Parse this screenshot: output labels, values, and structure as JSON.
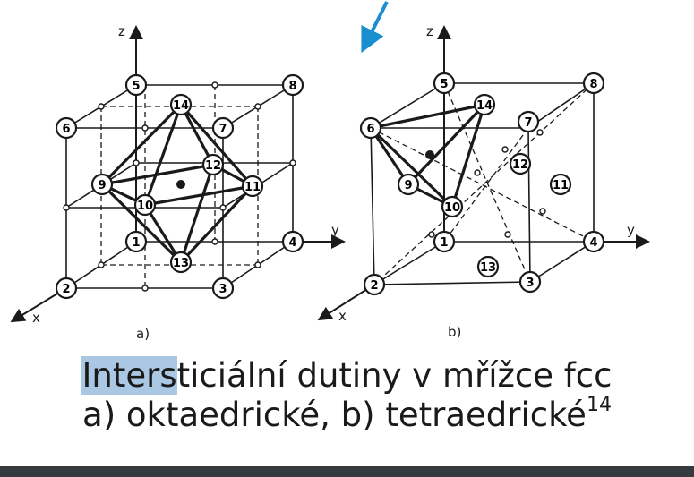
{
  "figure": {
    "panel_a": {
      "label": "a)",
      "axes": {
        "z": "z",
        "x": "x",
        "y": "y"
      },
      "nodes": [
        "1",
        "2",
        "3",
        "4",
        "5",
        "6",
        "7",
        "8",
        "9",
        "10",
        "11",
        "12",
        "13",
        "14"
      ]
    },
    "panel_b": {
      "label": "b)",
      "axes": {
        "z": "z",
        "x": "x",
        "y": "y"
      },
      "nodes": [
        "1",
        "2",
        "3",
        "4",
        "5",
        "6",
        "7",
        "8",
        "9",
        "10",
        "11",
        "12",
        "13",
        "14"
      ]
    }
  },
  "caption": {
    "line1_highlight": "Inters",
    "line1_rest": "ticiální dutiny v mřížce fcc",
    "line2": "a) oktaedrické, b) tetraedrické",
    "superscript": "14"
  },
  "colors": {
    "pointer_arrow": "#1a8fd0",
    "highlight": "#aac8e4",
    "bottom_bar": "#353a3f"
  }
}
